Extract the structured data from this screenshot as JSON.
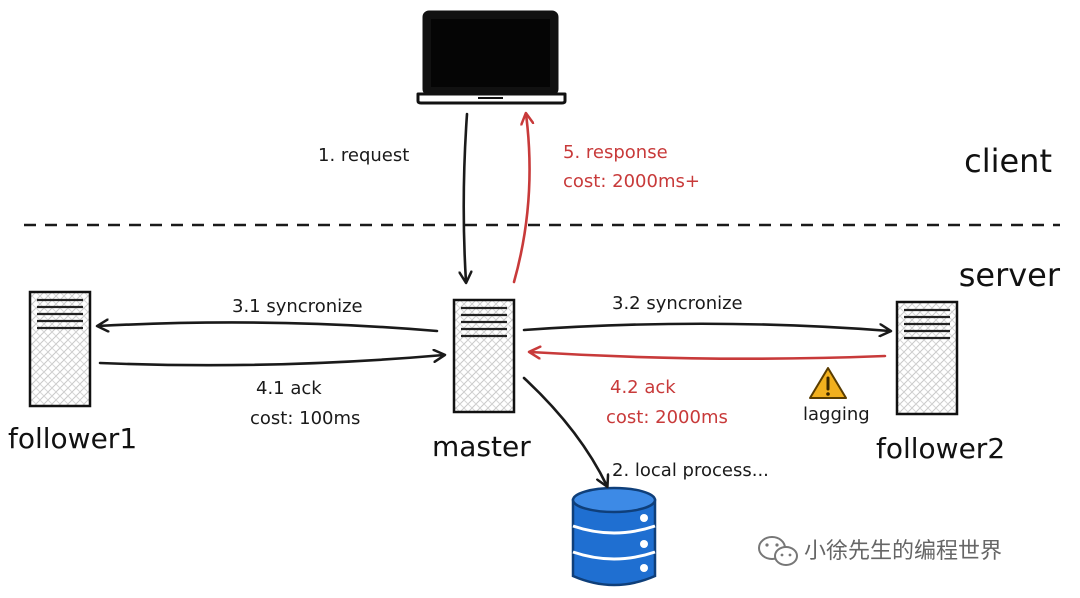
{
  "zones": {
    "client": "client",
    "server": "server"
  },
  "nodes": {
    "follower1": "follower1",
    "master": "master",
    "follower2": "follower2"
  },
  "edges": {
    "request": "1. request",
    "response_title": "5. response",
    "response_cost": "cost: 2000ms+",
    "sync1": "3.1 syncronize",
    "sync2": "3.2 syncronize",
    "ack1_title": "4.1 ack",
    "ack1_cost": "cost: 100ms",
    "ack2_title": "4.2 ack",
    "ack2_cost": "cost: 2000ms",
    "local_process": "2. local process..."
  },
  "status": {
    "lagging": "lagging"
  },
  "watermark": {
    "text": "小徐先生的编程世界"
  },
  "colors": {
    "ink": "#1a1a1a",
    "red": "#c83a3a",
    "db_blue": "#1f6fd1",
    "warning": "#f2b01e"
  },
  "icons": {
    "client": "laptop-icon",
    "database": "database-icon",
    "warning": "warning-icon",
    "watermark": "wechat-icon"
  }
}
